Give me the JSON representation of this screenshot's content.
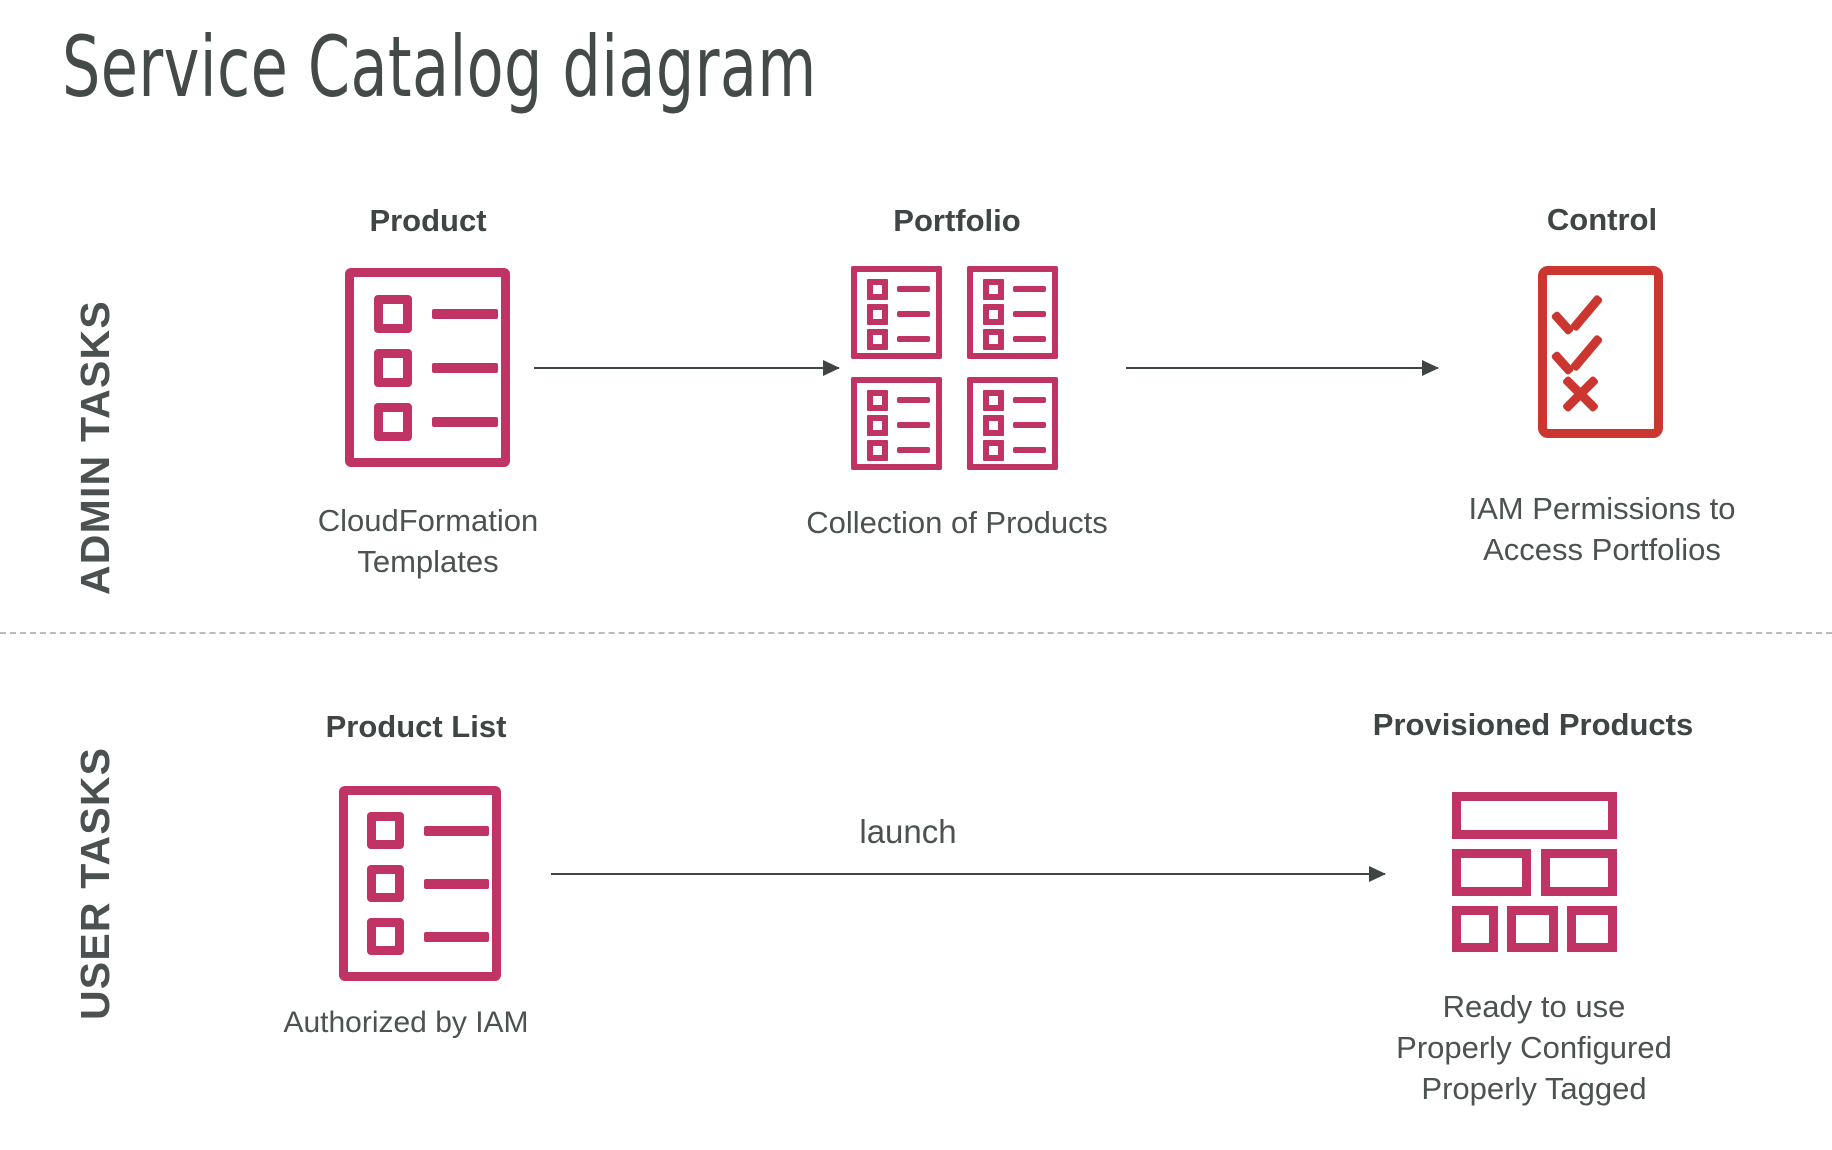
{
  "page": {
    "title": "Service Catalog diagram",
    "background": "#ffffff",
    "accent_magenta": "#bf3465",
    "accent_red": "#cb3630",
    "text_color": "#3f4544"
  },
  "bands": [
    {
      "label": "ADMIN TASKS"
    },
    {
      "label": "USER TASKS"
    }
  ],
  "admin_row": {
    "nodes": [
      {
        "heading": "Product",
        "icon": "product-list-icon",
        "caption": "CloudFormation\nTemplates"
      },
      {
        "heading": "Portfolio",
        "icon": "portfolio-grid-icon",
        "caption": "Collection of Products"
      },
      {
        "heading": "Control",
        "icon": "control-checklist-icon",
        "caption": "IAM Permissions to\nAccess Portfolios"
      }
    ],
    "arrows": [
      {
        "label": "",
        "from": "Product",
        "to": "Portfolio"
      },
      {
        "label": "",
        "from": "Portfolio",
        "to": "Control"
      }
    ]
  },
  "user_row": {
    "nodes": [
      {
        "heading": "Product List",
        "icon": "product-list-icon",
        "caption": "Authorized by IAM"
      },
      {
        "heading": "Provisioned Products",
        "icon": "provisioned-products-icon",
        "caption": "Ready to use\nProperly Configured\nProperly Tagged"
      }
    ],
    "arrows": [
      {
        "label": "launch",
        "from": "Product List",
        "to": "Provisioned Products"
      }
    ]
  }
}
